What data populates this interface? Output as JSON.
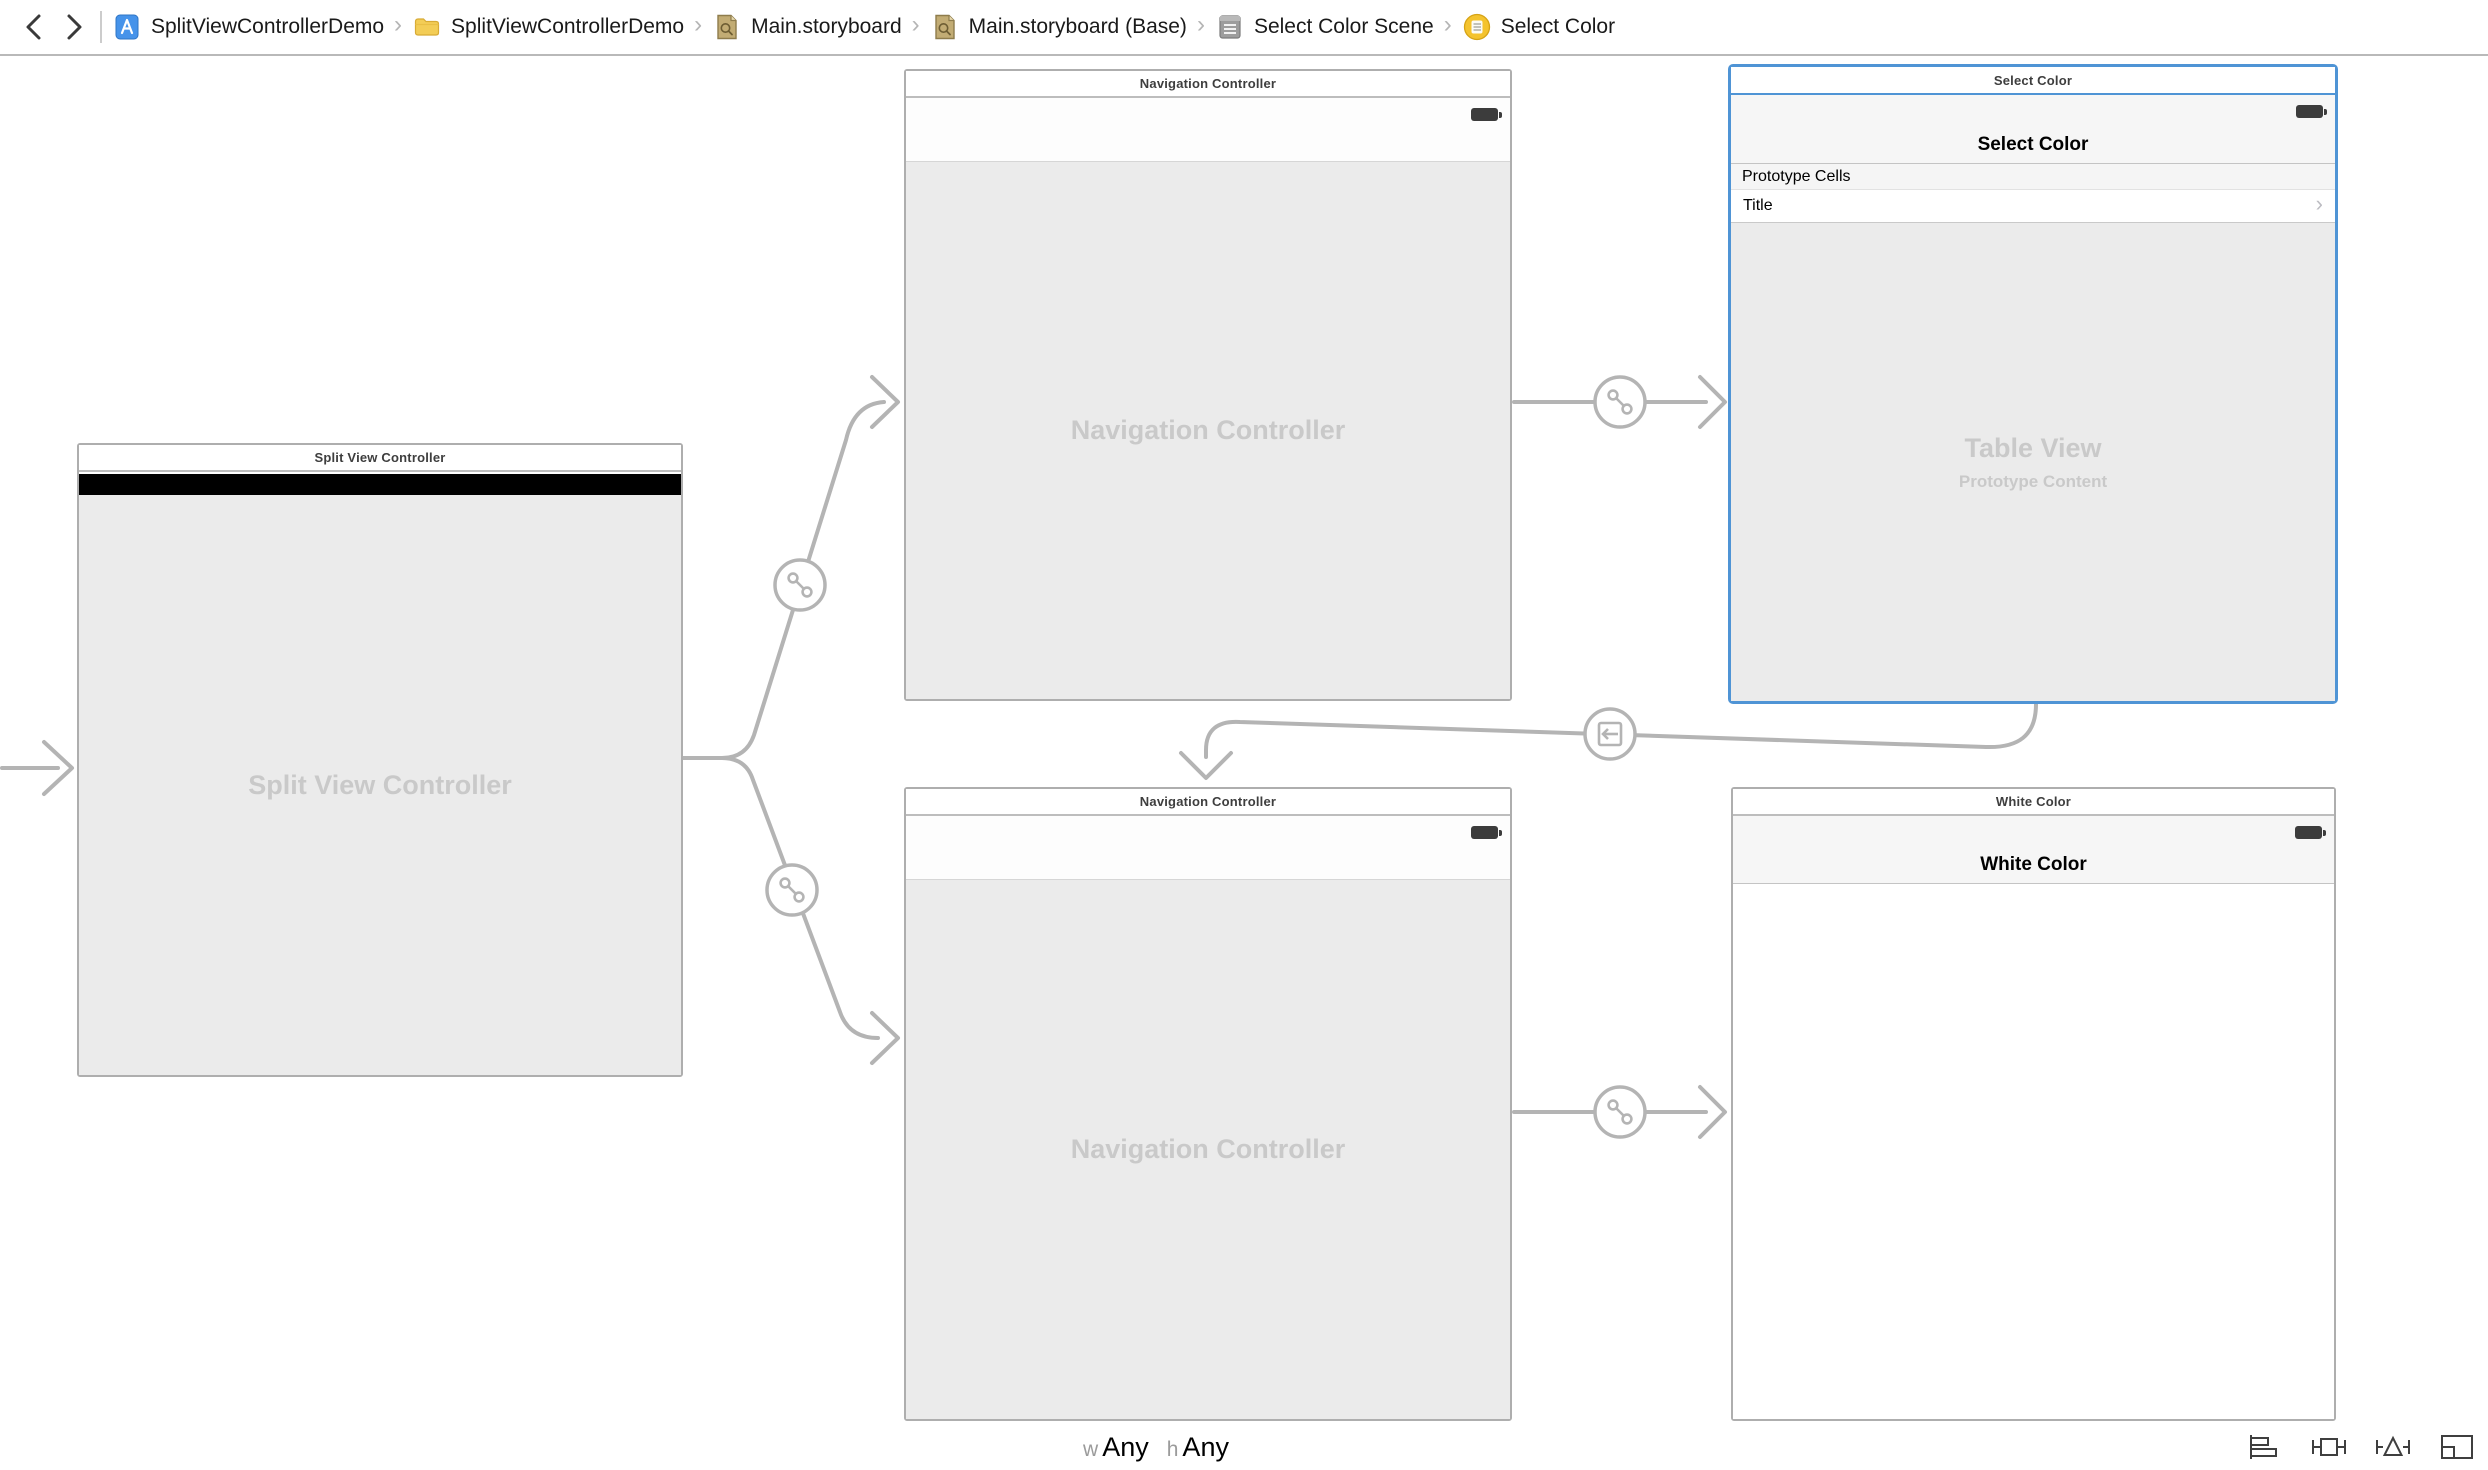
{
  "jump_bar": {
    "separator": "›",
    "items": [
      {
        "label": "SplitViewControllerDemo",
        "icon": "project-icon"
      },
      {
        "label": "SplitViewControllerDemo",
        "icon": "folder-icon"
      },
      {
        "label": "Main.storyboard",
        "icon": "storyboard-icon"
      },
      {
        "label": "Main.storyboard (Base)",
        "icon": "storyboard-icon"
      },
      {
        "label": "Select Color Scene",
        "icon": "scene-icon"
      },
      {
        "label": "Select Color",
        "icon": "view-controller-icon"
      }
    ]
  },
  "scenes": {
    "split_view": {
      "header": "Split View Controller",
      "ghost": "Split View Controller"
    },
    "nav_top": {
      "header": "Navigation Controller",
      "ghost": "Navigation Controller"
    },
    "select_color": {
      "header": "Select Color",
      "nav_title": "Select Color",
      "section": "Prototype Cells",
      "cell": "Title",
      "cell_accessory": "›",
      "ghost": "Table View",
      "ghost_sub": "Prototype Content"
    },
    "nav_bottom": {
      "header": "Navigation Controller",
      "ghost": "Navigation Controller"
    },
    "white_color": {
      "header": "White Color",
      "nav_title": "White Color"
    }
  },
  "segues": {
    "relationship_icon": "barbell",
    "show_detail_icon": "square-left-arrow"
  },
  "size_class_bar": {
    "w_label": "w",
    "w_value": "Any",
    "h_label": "h",
    "h_value": "Any"
  },
  "layout_toolbar": {
    "buttons": [
      "stack-align",
      "pin-constraints",
      "resolve-auto-layout-issues",
      "resizing-behavior"
    ]
  },
  "colors": {
    "selection": "#4f94d5",
    "connector": "#b4b4b4",
    "scene-border": "#aeaeae",
    "body-gray": "#ebebeb",
    "ghost": "#c9c9c9",
    "black-bar": "#000000",
    "canvas": "#ffffff"
  }
}
